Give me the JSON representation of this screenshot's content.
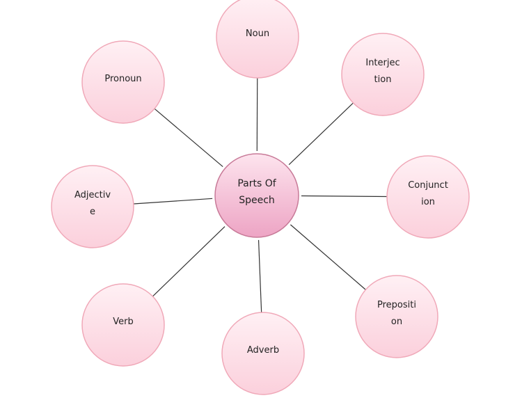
{
  "center": {
    "lines": [
      "Parts Of",
      "Speech"
    ]
  },
  "nodes": [
    {
      "id": "noun",
      "lines": [
        "Noun"
      ]
    },
    {
      "id": "interjection",
      "lines": [
        "Interjec",
        "tion"
      ]
    },
    {
      "id": "conjunction",
      "lines": [
        "Conjunct",
        "ion"
      ]
    },
    {
      "id": "preposition",
      "lines": [
        "Prepositi",
        "on"
      ]
    },
    {
      "id": "adverb",
      "lines": [
        "Adverb"
      ]
    },
    {
      "id": "verb",
      "lines": [
        "Verb"
      ]
    },
    {
      "id": "adjective",
      "lines": [
        "Adjectiv",
        "e"
      ]
    },
    {
      "id": "pronoun",
      "lines": [
        "Pronoun"
      ]
    }
  ],
  "colors": {
    "node_fill_top": "#fff0f4",
    "node_fill_bottom": "#fbd0dc",
    "node_stroke": "#f0a8b8",
    "center_fill_top": "#fde4ee",
    "center_fill_bottom": "#eda4c4",
    "center_stroke": "#c87a98",
    "line": "#333333"
  }
}
